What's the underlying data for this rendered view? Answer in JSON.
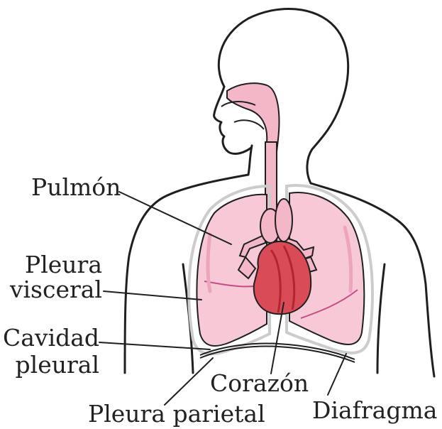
{
  "diagram": {
    "labels": {
      "pulmon": "Pulmón",
      "pleura_visceral_line1": "Pleura",
      "pleura_visceral_line2": "visceral",
      "cavidad_pleural_line1": "Cavidad",
      "cavidad_pleural_line2": "pleural",
      "corazon": "Corazón",
      "pleura_parietal": "Pleura parietal",
      "diafragma": "Diafragma"
    },
    "colors": {
      "outline": "#1f1f1f",
      "lung_fill": "#f7c9d6",
      "lung_shadow": "#eda5bb",
      "pleural_outline": "#cccccc",
      "heart_fill": "#d94b57",
      "heart_dark": "#b3262f",
      "airway_fill": "#f4b7c8",
      "text": "#222222"
    }
  }
}
